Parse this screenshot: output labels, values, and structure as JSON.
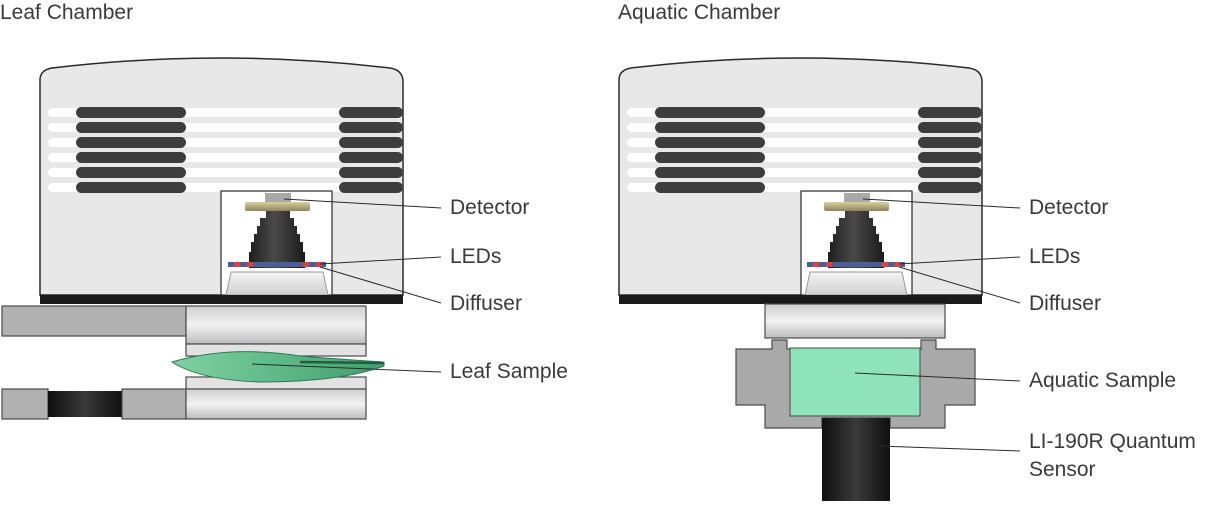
{
  "left_panel": {
    "title": "Leaf Chamber",
    "labels": {
      "detector": "Detector",
      "leds": "LEDs",
      "diffuser": "Diffuser",
      "sample": "Leaf Sample"
    }
  },
  "right_panel": {
    "title": "Aquatic Chamber",
    "labels": {
      "detector": "Detector",
      "leds": "LEDs",
      "diffuser": "Diffuser",
      "sample": "Aquatic Sample",
      "sensor_line1": "LI-190R Quantum",
      "sensor_line2": "Sensor"
    }
  },
  "colors": {
    "housing": "#e8e8e8",
    "housing_stroke": "#2a2a2a",
    "vent": "#3d3d3d",
    "base_bar": "#1a1a1a",
    "lens": "#2c2c2c",
    "detector_ring": "#b8ab7a",
    "leaf": "#5cc08a",
    "aquatic": "#8ee3bb",
    "clamp": "#a9a9a9",
    "sensor": "#1b1b1b"
  }
}
